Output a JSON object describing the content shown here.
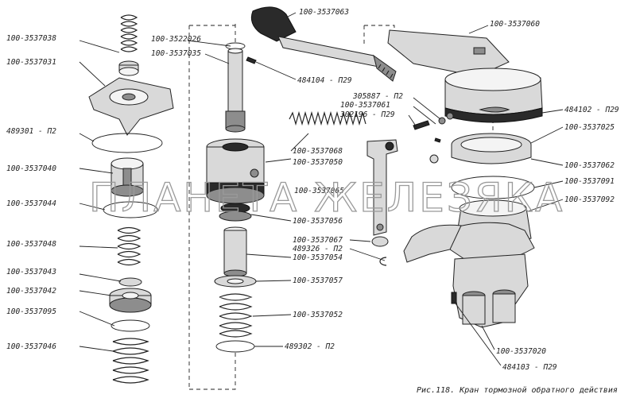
{
  "labels": {
    "l_038": "100-3537038",
    "l_031": "100-3537031",
    "l_lr2": "489301 - П2",
    "l_040": "100-3537040",
    "l_044": "100-3537044",
    "l_048": "100-3537048",
    "l_043": "100-3537043",
    "l_042": "100-3537042",
    "l_095": "100-3537095",
    "l_046": "100-3537046",
    "l_026": "100-3522026",
    "l_035": "100-3537035",
    "l_p29a": "484104 - П29",
    "l_063": "100-3537063",
    "l_060": "100-3537060",
    "l_305": "305887 - П2",
    "l_061": "100-3537061",
    "l_302": "302196 - П29",
    "l_p29b": "484102 - П29",
    "l_025": "100-3537025",
    "l_068": "100-3537068",
    "l_050": "100-3537050",
    "l_062": "100-3537062",
    "l_091": "100-3537091",
    "l_065": "100-3537065",
    "l_092": "100-3537092",
    "l_056": "100-3537056",
    "l_067": "100-3537067",
    "l_326": "489326 - П2",
    "l_054": "100-3537054",
    "l_057": "100-3537057",
    "l_052": "100-3537052",
    "l_302b": "489302 - П2",
    "l_020": "100-3537020",
    "l_p29c": "484103 - П29"
  },
  "caption": "Рис.118. Кран тормозной обратного действия",
  "watermark": "ПЛАНЕТА ЖЕЛЕЗЯКА"
}
